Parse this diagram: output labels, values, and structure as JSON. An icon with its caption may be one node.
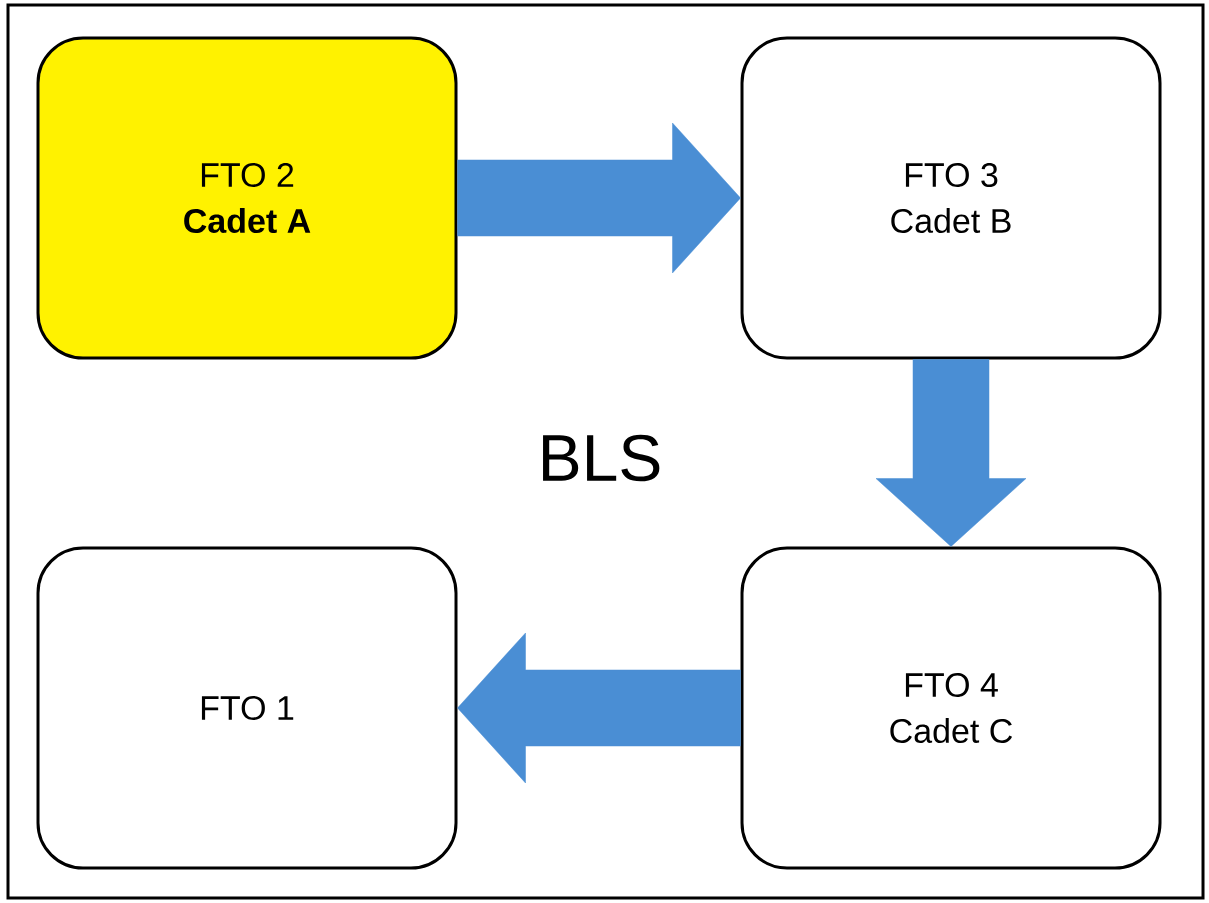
{
  "diagram": {
    "nodes": [
      {
        "text": [
          "FTO 2",
          "**Cadet A**"
        ]
      },
      {
        "text": [
          "FTO 3",
          "Cadet B"
        ]
      },
      {
        "text": [
          "FTO 1"
        ]
      },
      {
        "text": [
          "FTO 4",
          "Cadet C"
        ]
      }
    ],
    "edges": [
      {
        "from": 0,
        "to": 1,
        "arrow": "to"
      },
      {
        "from": 1,
        "to": 3,
        "arrow": "to"
      },
      {
        "from": 3,
        "to": 2,
        "arrow": "to"
      }
    ],
    "labels": [
      "BLS"
    ]
  }
}
